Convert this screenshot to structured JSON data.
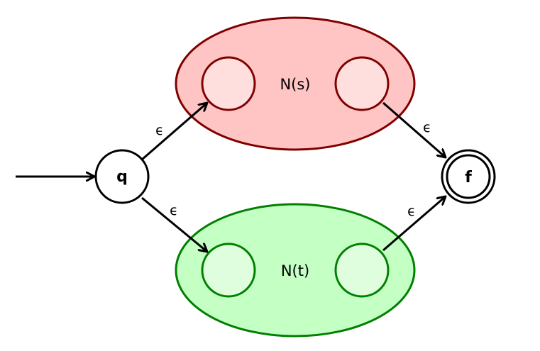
{
  "diagram": {
    "states": {
      "start": {
        "label": "q"
      },
      "final": {
        "label": "f"
      }
    },
    "subautomata": {
      "top": {
        "label": "N(s)",
        "fill": "#ffc4c4",
        "stroke": "#800000",
        "inner_fill": "#ffdede"
      },
      "bottom": {
        "label": "N(t)",
        "fill": "#c4ffc4",
        "stroke": "#008000",
        "inner_fill": "#defede"
      }
    },
    "transitions": {
      "q_to_top": "ϵ",
      "q_to_bottom": "ϵ",
      "top_to_f": "ϵ",
      "bottom_to_f": "ϵ"
    }
  }
}
